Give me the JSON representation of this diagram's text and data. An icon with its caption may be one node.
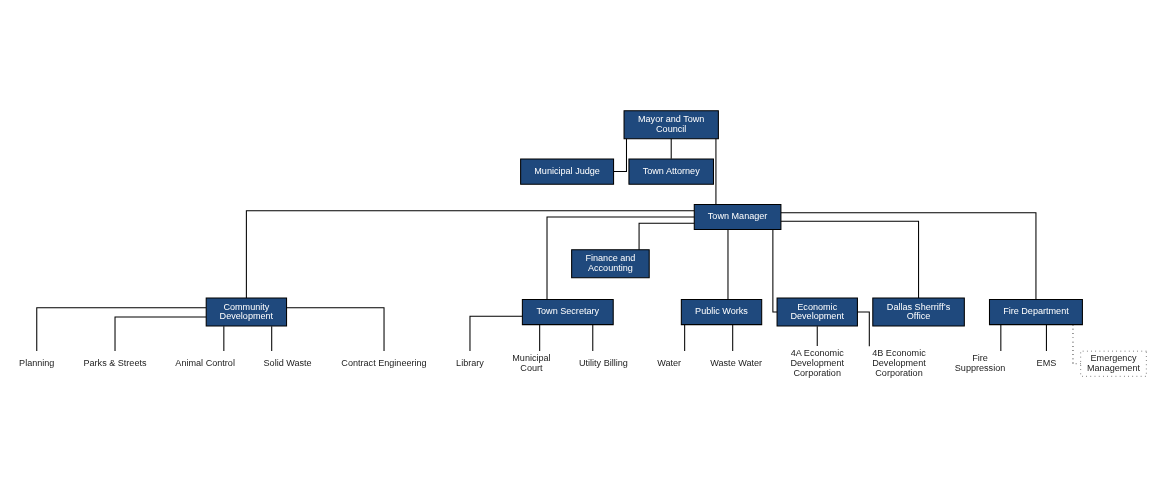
{
  "diagram": {
    "nodes": [
      {
        "text": [
          "Mayor and Town Council"
        ]
      },
      {
        "text": [
          "Municipal Judge"
        ]
      },
      {
        "text": [
          "Town Attorney"
        ]
      },
      {
        "text": [
          "Town Manager"
        ]
      },
      {
        "text": [
          "Finance and Accounting"
        ]
      },
      {
        "text": [
          "Community Development"
        ]
      },
      {
        "text": [
          "Town Secretary"
        ]
      },
      {
        "text": [
          "Public Works"
        ]
      },
      {
        "text": [
          "Economic Development"
        ]
      },
      {
        "text": [
          "Dallas Sherriff’s Office"
        ]
      },
      {
        "text": [
          "Fire Department"
        ]
      },
      {
        "text": [
          "Planning"
        ]
      },
      {
        "text": [
          "Parks & Streets"
        ]
      },
      {
        "text": [
          "Animal Control"
        ]
      },
      {
        "text": [
          "Solid Waste"
        ]
      },
      {
        "text": [
          "Contract Engineering"
        ]
      },
      {
        "text": [
          "Library"
        ]
      },
      {
        "text": [
          "Municipal Court"
        ]
      },
      {
        "text": [
          "Utility Billing"
        ]
      },
      {
        "text": [
          "Water"
        ]
      },
      {
        "text": [
          "Waste Water"
        ]
      },
      {
        "text": [
          "4A Economic Development Corporation"
        ]
      },
      {
        "text": [
          "4B Economic Development Corporation"
        ]
      },
      {
        "text": [
          "Fire Suppression"
        ]
      },
      {
        "text": [
          "EMS"
        ]
      },
      {
        "text": [
          "Emergency Management"
        ]
      }
    ],
    "edges": [
      {
        "from": 0,
        "to": 1,
        "arrow": "none"
      },
      {
        "from": 0,
        "to": 2,
        "arrow": "none"
      },
      {
        "from": 0,
        "to": 3,
        "arrow": "none"
      },
      {
        "from": 3,
        "to": 4,
        "arrow": "none"
      },
      {
        "from": 3,
        "to": 5,
        "arrow": "none"
      },
      {
        "from": 3,
        "to": 6,
        "arrow": "none"
      },
      {
        "from": 3,
        "to": 7,
        "arrow": "none"
      },
      {
        "from": 3,
        "to": 8,
        "arrow": "none"
      },
      {
        "from": 3,
        "to": 9,
        "arrow": "none"
      },
      {
        "from": 3,
        "to": 10,
        "arrow": "none"
      },
      {
        "from": 5,
        "to": 11,
        "arrow": "none"
      },
      {
        "from": 5,
        "to": 12,
        "arrow": "none"
      },
      {
        "from": 5,
        "to": 13,
        "arrow": "none"
      },
      {
        "from": 5,
        "to": 14,
        "arrow": "none"
      },
      {
        "from": 5,
        "to": 15,
        "arrow": "none"
      },
      {
        "from": 6,
        "to": 16,
        "arrow": "none"
      },
      {
        "from": 6,
        "to": 17,
        "arrow": "none"
      },
      {
        "from": 6,
        "to": 18,
        "arrow": "none"
      },
      {
        "from": 7,
        "to": 19,
        "arrow": "none"
      },
      {
        "from": 7,
        "to": 20,
        "arrow": "none"
      },
      {
        "from": 8,
        "to": 21,
        "arrow": "none"
      },
      {
        "from": 8,
        "to": 22,
        "arrow": "none"
      },
      {
        "from": 10,
        "to": 23,
        "arrow": "none"
      },
      {
        "from": 10,
        "to": 24,
        "arrow": "none"
      },
      {
        "from": 10,
        "to": 25,
        "arrow": "none",
        "style": "dashed"
      }
    ]
  }
}
